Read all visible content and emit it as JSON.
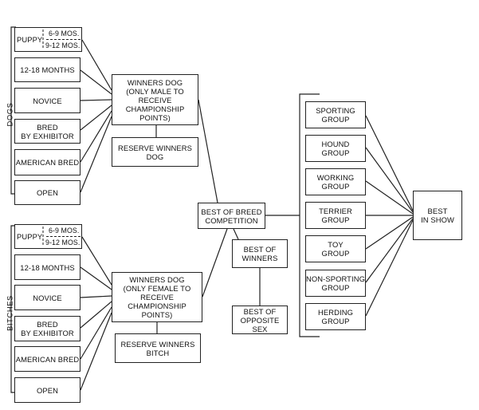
{
  "sections": {
    "dogs": {
      "label": "DOGS",
      "classes": {
        "puppy": "PUPPY",
        "puppy_a": "6-9 MOS.",
        "puppy_b": "9-12 MOS.",
        "months": "12-18 MONTHS",
        "novice": "NOVICE",
        "bred": "BRED\nBY EXHIBITOR",
        "american": "AMERICAN BRED",
        "open": "OPEN"
      },
      "winners": "WINNERS DOG\n(ONLY MALE TO RECEIVE\nCHAMPIONSHIP POINTS)",
      "reserve": "RESERVE WINNERS\nDOG"
    },
    "bitches": {
      "label": "BITCHES",
      "classes": {
        "puppy": "PUPPY",
        "puppy_a": "6-9 MOS.",
        "puppy_b": "9-12 MOS.",
        "months": "12-18 MONTHS",
        "novice": "NOVICE",
        "bred": "BRED\nBY EXHIBITOR",
        "american": "AMERICAN BRED",
        "open": "OPEN"
      },
      "winners": "WINNERS DOG\n(ONLY FEMALE TO RECEIVE\nCHAMPIONSHIP POINTS)",
      "reserve": "RESERVE WINNERS\nBITCH"
    }
  },
  "best_of_breed": "BEST OF BREED\nCOMPETITION",
  "best_of_winners": "BEST OF\nWINNERS",
  "best_opposite": "BEST OF\nOPPOSITE SEX",
  "groups": [
    "SPORTING\nGROUP",
    "HOUND\nGROUP",
    "WORKING\nGROUP",
    "TERRIER\nGROUP",
    "TOY\nGROUP",
    "NON-SPORTING\nGROUP",
    "HERDING\nGROUP"
  ],
  "best_in_show": "BEST\nIN SHOW"
}
